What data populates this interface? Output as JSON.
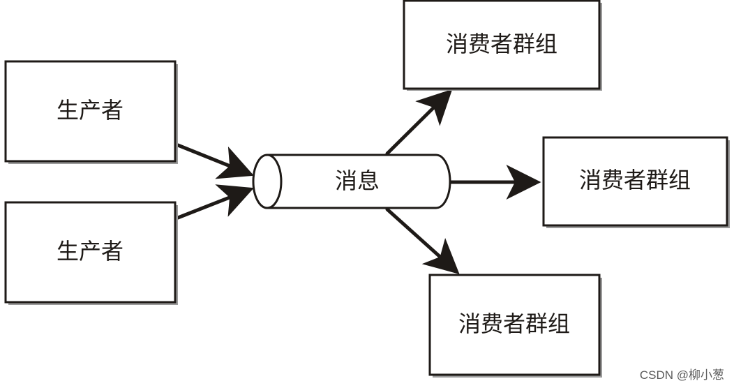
{
  "nodes": {
    "producer_1": {
      "label": "生产者"
    },
    "producer_2": {
      "label": "生产者"
    },
    "message": {
      "label": "消息"
    },
    "consumer_group_1": {
      "label": "消费者群组"
    },
    "consumer_group_2": {
      "label": "消费者群组"
    },
    "consumer_group_3": {
      "label": "消费者群组"
    }
  },
  "edges": [
    {
      "from": "producer_1",
      "to": "message"
    },
    {
      "from": "producer_2",
      "to": "message"
    },
    {
      "from": "message",
      "to": "consumer_group_1"
    },
    {
      "from": "message",
      "to": "consumer_group_2"
    },
    {
      "from": "message",
      "to": "consumer_group_3"
    }
  ],
  "watermark": "CSDN @柳小葱",
  "colors": {
    "stroke": "#1e1a17",
    "shadow": "#9a9a9a",
    "background": "#ffffff"
  }
}
